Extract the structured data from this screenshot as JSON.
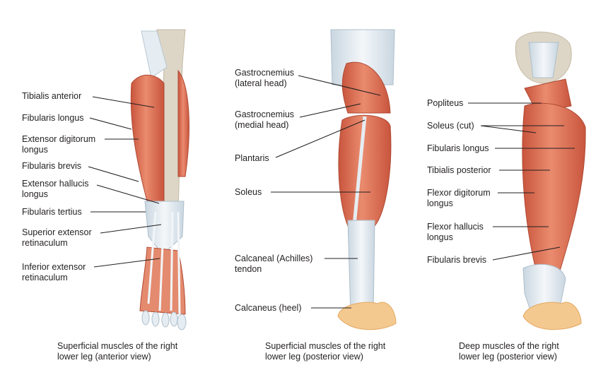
{
  "panels": [
    {
      "caption": [
        "Superficial muscles of the right",
        "lower leg (anterior view)"
      ],
      "labels": [
        [
          "Tibialis anterior"
        ],
        [
          "Fibularis longus"
        ],
        [
          "Extensor digitorum",
          "longus"
        ],
        [
          "Fibularis brevis"
        ],
        [
          "Extensor hallucis",
          "longus"
        ],
        [
          "Fibularis tertius"
        ],
        [
          "Superior extensor",
          "retinaculum"
        ],
        [
          "Inferior extensor",
          "retinaculum"
        ]
      ]
    },
    {
      "caption": [
        "Superficial muscles of the right",
        "lower leg (posterior view)"
      ],
      "labels": [
        [
          "Gastrocnemius",
          "(lateral head)"
        ],
        [
          "Gastrocnemius",
          "(medial head)"
        ],
        [
          "Plantaris"
        ],
        [
          "Soleus"
        ],
        [
          "Calcaneal (Achilles)",
          "tendon"
        ],
        [
          "Calcaneus (heel)"
        ]
      ]
    },
    {
      "caption": [
        "Deep muscles of the right",
        "lower leg (posterior view)"
      ],
      "labels": [
        [
          "Popliteus"
        ],
        [
          "Soleus (cut)"
        ],
        [
          "Fibularis longus"
        ],
        [
          "Tibialis posterior"
        ],
        [
          "Flexor digitorum",
          "longus"
        ],
        [
          "Flexor hallucis",
          "longus"
        ],
        [
          "Fibularis brevis"
        ]
      ]
    }
  ],
  "colors": {
    "muscle": "#e07a5f",
    "muscle_dark": "#c8553d",
    "tendon": "#e6edf2",
    "bone": "#ddd6c6",
    "heel": "#f4c98f",
    "leader_line": "#231f20"
  }
}
